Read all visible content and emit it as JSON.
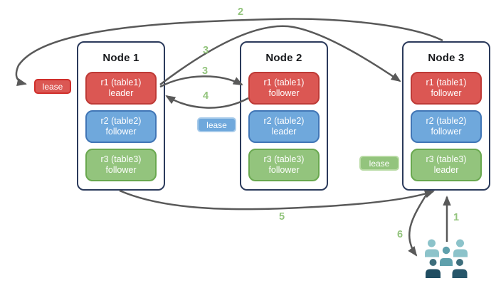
{
  "palette": {
    "replica_red_fill": "#DB5753",
    "replica_red_border": "#BE3A36",
    "replica_blue_fill": "#6FA8DC",
    "replica_blue_border": "#4176B6",
    "replica_green_fill": "#93C47D",
    "replica_green_border": "#69A84F",
    "lease_red_border": "#D02F2B",
    "lease_blue_border": "#A8CBEA",
    "lease_green_border": "#B9DBA5",
    "node_border": "#2B3A5B",
    "arrow": "#595959",
    "step_label": "#93C47D",
    "users_light": "#8CC3CA",
    "users_medium": "#5FA0AC",
    "users_dark_head": "#3E6E7C",
    "users_dark_body": "#1F4D61"
  },
  "nodes": [
    {
      "title": "Node 1",
      "replicas": [
        {
          "range": "r1 (table1)",
          "role": "leader",
          "color": "red"
        },
        {
          "range": "r2 (table2)",
          "role": "follower",
          "color": "blue"
        },
        {
          "range": "r3 (table3)",
          "role": "follower",
          "color": "green"
        }
      ]
    },
    {
      "title": "Node 2",
      "replicas": [
        {
          "range": "r1 (table1)",
          "role": "follower",
          "color": "red"
        },
        {
          "range": "r2 (table2)",
          "role": "leader",
          "color": "blue"
        },
        {
          "range": "r3 (table3)",
          "role": "follower",
          "color": "green"
        }
      ]
    },
    {
      "title": "Node 3",
      "replicas": [
        {
          "range": "r1 (table1)",
          "role": "follower",
          "color": "red"
        },
        {
          "range": "r2 (table2)",
          "role": "follower",
          "color": "blue"
        },
        {
          "range": "r3 (table3)",
          "role": "leader",
          "color": "green"
        }
      ]
    }
  ],
  "leases": [
    {
      "label": "lease",
      "color": "red"
    },
    {
      "label": "lease",
      "color": "blue"
    },
    {
      "label": "lease",
      "color": "green"
    }
  ],
  "steps": [
    {
      "label": "1"
    },
    {
      "label": "2"
    },
    {
      "label": "3"
    },
    {
      "label": "3"
    },
    {
      "label": "4"
    },
    {
      "label": "5"
    },
    {
      "label": "6"
    }
  ],
  "icons": {
    "users": "users-icon"
  }
}
